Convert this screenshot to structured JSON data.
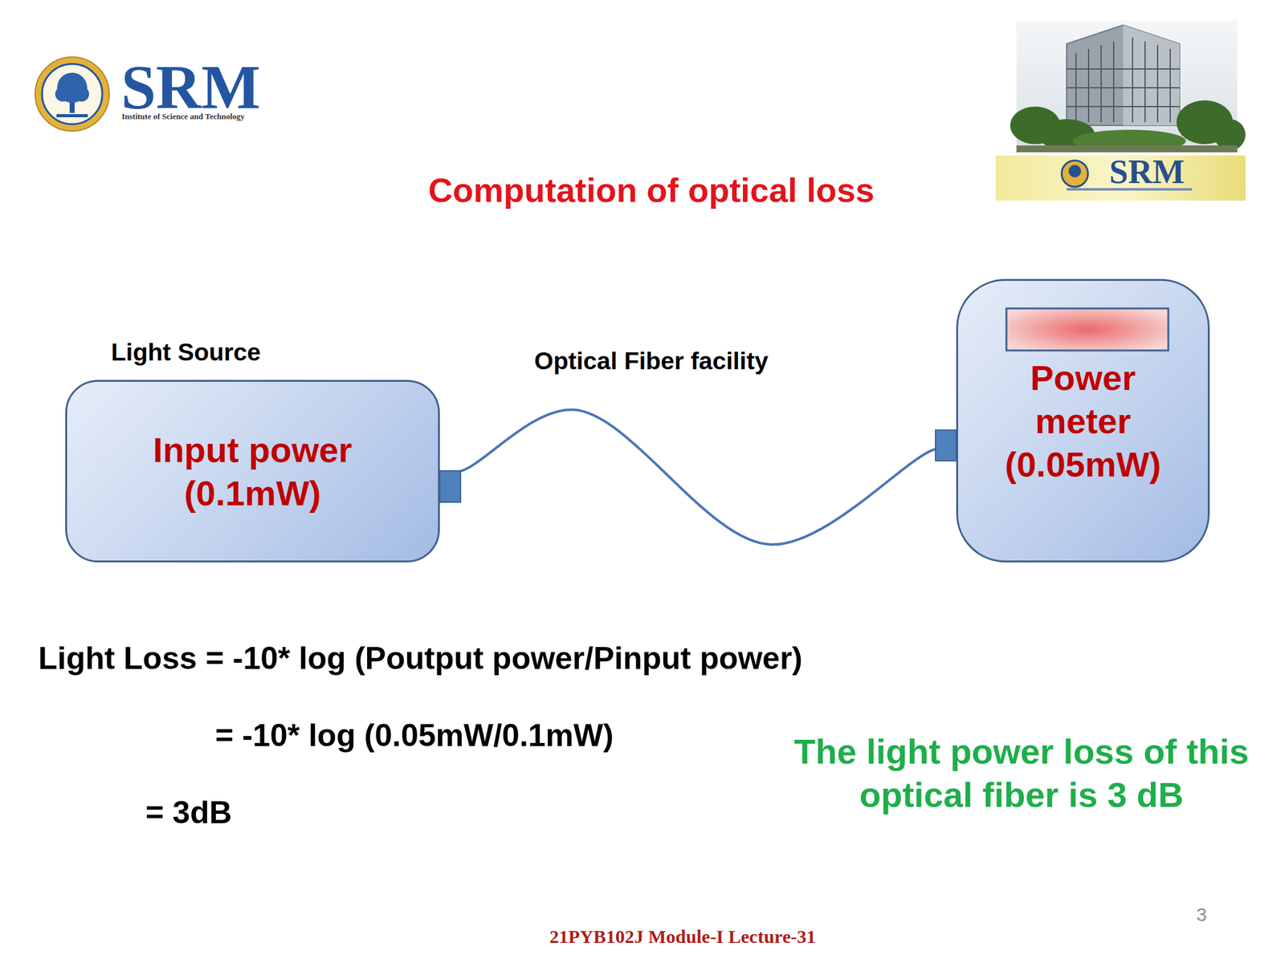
{
  "diagram": {
    "title": "Computation of optical loss",
    "nodes": [
      {
        "text": [
          "Light Source",
          "Input power (0.1mW)"
        ]
      },
      {
        "text": [
          "Power meter (0.05mW)"
        ]
      }
    ],
    "edges": [
      {
        "from": 0,
        "to": 1,
        "label": "Optical Fiber facility",
        "arrow": "none"
      }
    ],
    "labels": [
      "SRM",
      "Institute of Science and Technology",
      "SRM",
      "Light Loss = -10* log (Poutput power/Pinput power)",
      "= -10* log (0.05mW/0.1mW)",
      "= 3dB",
      "The light power loss of this optical fiber is 3 dB",
      "3",
      "21PYB102J Module-I Lecture-31"
    ]
  }
}
